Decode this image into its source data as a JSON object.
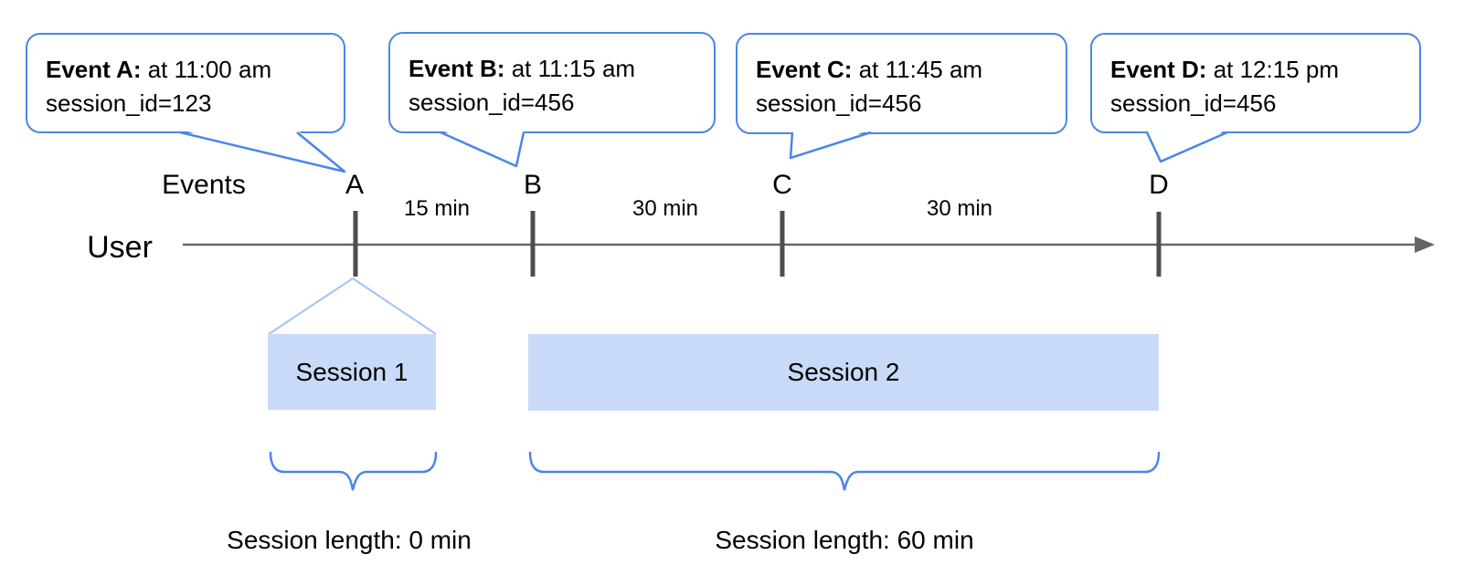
{
  "events": [
    {
      "letter": "A",
      "bold": "Event A:",
      "time": " at 11:00 am",
      "meta": "session_id=123"
    },
    {
      "letter": "B",
      "bold": "Event B:",
      "time": " at 11:15 am",
      "meta": "session_id=456"
    },
    {
      "letter": "C",
      "bold": "Event C:",
      "time": " at 11:45 am",
      "meta": "session_id=456"
    },
    {
      "letter": "D",
      "bold": "Event D:",
      "time": " at 12:15 pm",
      "meta": "session_id=456"
    }
  ],
  "axis": {
    "events_label": "Events",
    "user_label": "User"
  },
  "intervals": [
    {
      "label": "15 min"
    },
    {
      "label": "30 min"
    },
    {
      "label": "30 min"
    }
  ],
  "sessions": [
    {
      "label": "Session 1",
      "length_label": "Session length: 0 min"
    },
    {
      "label": "Session 2",
      "length_label": "Session length: 60 min"
    }
  ],
  "colors": {
    "bubble_border": "#4a86e8",
    "brace": "#4a86e8",
    "session_fill": "#c9daf8",
    "funnel_line": "#a4c2f4",
    "timeline": "#666666",
    "tick": "#4d4d4d",
    "text": "#000000"
  }
}
